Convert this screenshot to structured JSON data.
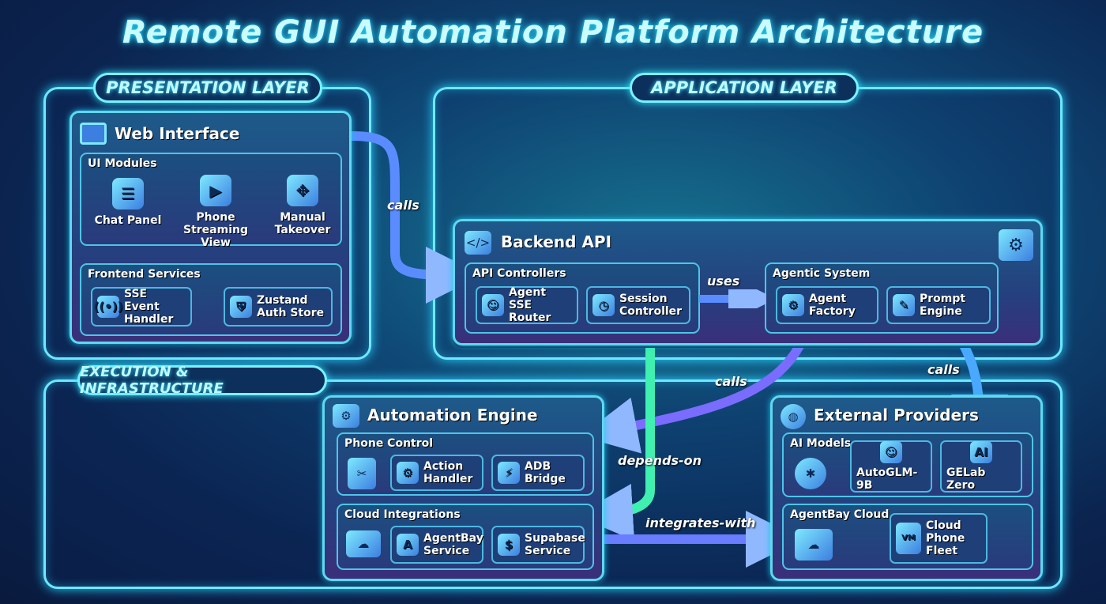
{
  "title": "Remote GUI Automation Platform Architecture",
  "layers": {
    "presentation": "PRESENTATION LAYER",
    "application": "APPLICATION LAYER",
    "execution": "EXECUTION & INFRASTRUCTURE"
  },
  "web_interface": {
    "title": "Web Interface",
    "ui_modules": {
      "title": "UI Modules",
      "items": [
        "Chat Panel",
        "Phone Streaming View",
        "Manual Takeover"
      ]
    },
    "frontend_services": {
      "title": "Frontend Services",
      "items": [
        "SSE Event Handler",
        "Zustand Auth Store"
      ]
    }
  },
  "backend_api": {
    "title": "Backend API",
    "api_controllers": {
      "title": "API Controllers",
      "items": [
        "Agent SSE Router",
        "Session Controller"
      ]
    },
    "agentic_system": {
      "title": "Agentic System",
      "items": [
        "Agent Factory",
        "Prompt Engine"
      ]
    }
  },
  "automation_engine": {
    "title": "Automation Engine",
    "phone_control": {
      "title": "Phone Control",
      "items": [
        "Action Handler",
        "ADB Bridge"
      ]
    },
    "cloud_integrations": {
      "title": "Cloud Integrations",
      "items": [
        "AgentBay Service",
        "Supabase Service"
      ]
    }
  },
  "external_providers": {
    "title": "External Providers",
    "ai_models": {
      "title": "AI Models",
      "items": [
        "AutoGLM-9B",
        "GELab Zero"
      ]
    },
    "agentbay_cloud": {
      "title": "AgentBay Cloud",
      "items": [
        "Cloud Phone Fleet"
      ],
      "vm_badge": "VM"
    }
  },
  "edges": {
    "web_to_backend": "calls",
    "controllers_to_agentic": "uses",
    "agentic_to_automation": "calls",
    "agentic_to_external": "calls",
    "backend_to_automation": "depends-on",
    "automation_to_external": "integrates-with"
  },
  "colors": {
    "accent": "#6fe8ff",
    "arrow_green": "#3ff0b0",
    "arrow_purple": "#8a6cff"
  }
}
